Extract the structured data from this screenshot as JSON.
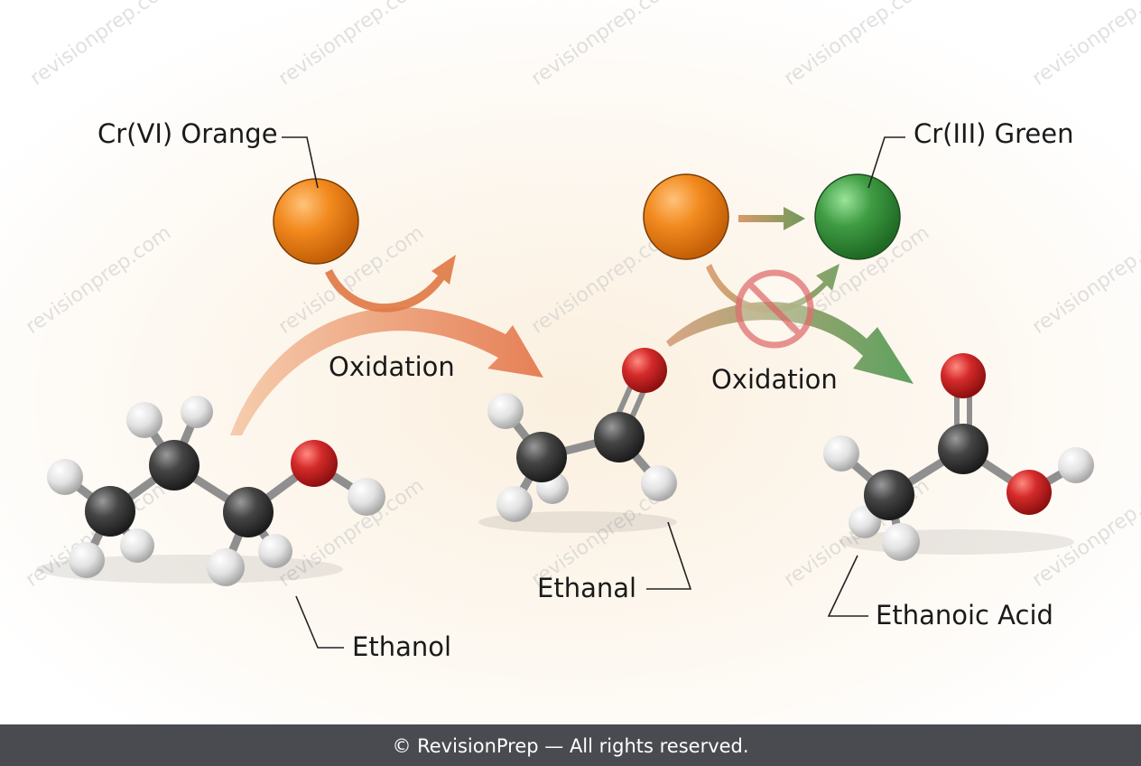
{
  "labels": {
    "cr6": "Cr(VI) Orange",
    "cr3": "Cr(III) Green",
    "oxidation_1": "Oxidation",
    "oxidation_2": "Oxidation",
    "ethanol": "Ethanol",
    "ethanal": "Ethanal",
    "ethanoic_acid": "Ethanoic Acid"
  },
  "watermark": "revisionprep.com",
  "footer": "© RevisionPrep — All rights reserved.",
  "colors": {
    "carbon": "#3a3a3a",
    "oxygen": "#d42a2a",
    "hydrogen": "#e6e6e6",
    "chromium_vi": "#f28a1e",
    "chromium_iii": "#3f9c43",
    "arrow_orange": "#e8875c",
    "arrow_green": "#6fa36a",
    "no_sign": "#e07070",
    "footer_bg": "#4a4b50"
  }
}
